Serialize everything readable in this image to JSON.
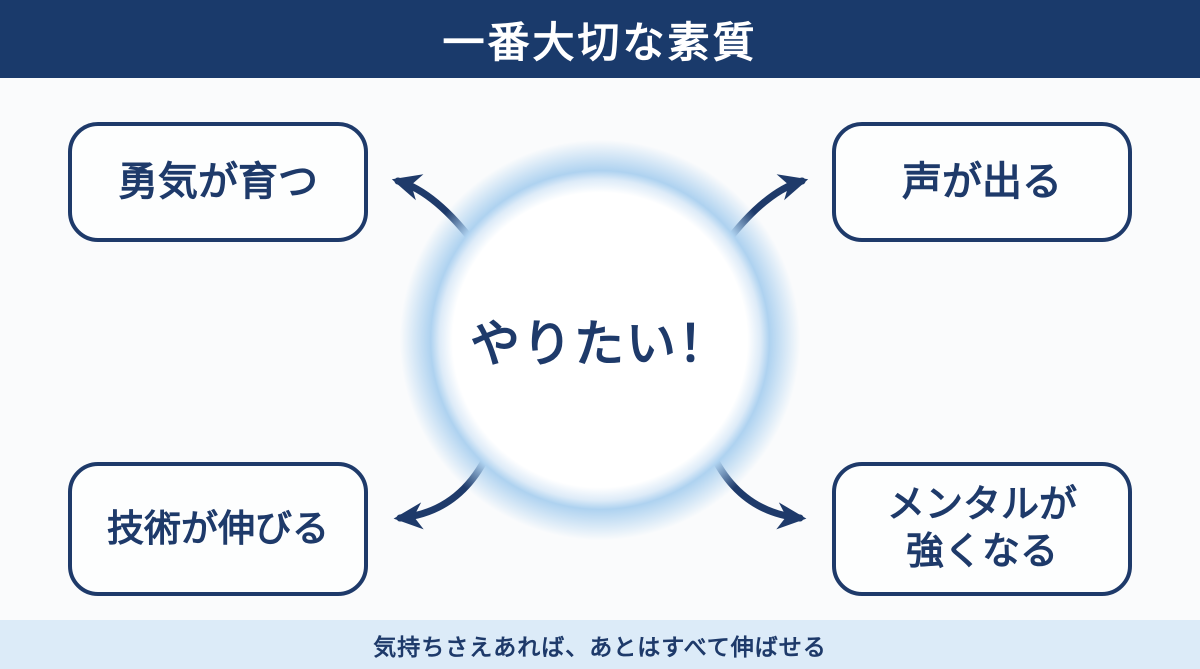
{
  "header": {
    "title": "一番大切な素質"
  },
  "center": {
    "label": "やりたい！"
  },
  "boxes": [
    {
      "id": "courage",
      "position": "top-left",
      "label": "勇気が育つ"
    },
    {
      "id": "voice",
      "position": "top-right",
      "label": "声が出る"
    },
    {
      "id": "skill",
      "position": "bottom-left",
      "label": "技術が伸びる"
    },
    {
      "id": "mental",
      "position": "bottom-right",
      "label": "メンタルが\n強くなる"
    }
  ],
  "footer": {
    "text": "気持ちさえあれば、あとはすべて伸ばせる"
  },
  "colors": {
    "header_bg": "#1a3a6b",
    "navy_text": "#1e3a6a",
    "box_border": "#1e3a6a",
    "arrow": "#1e3a6a",
    "glow": "#aed2f0",
    "footer_bg": "#dcebf8",
    "background": "#fafbfc",
    "title_text": "#ffffff"
  }
}
